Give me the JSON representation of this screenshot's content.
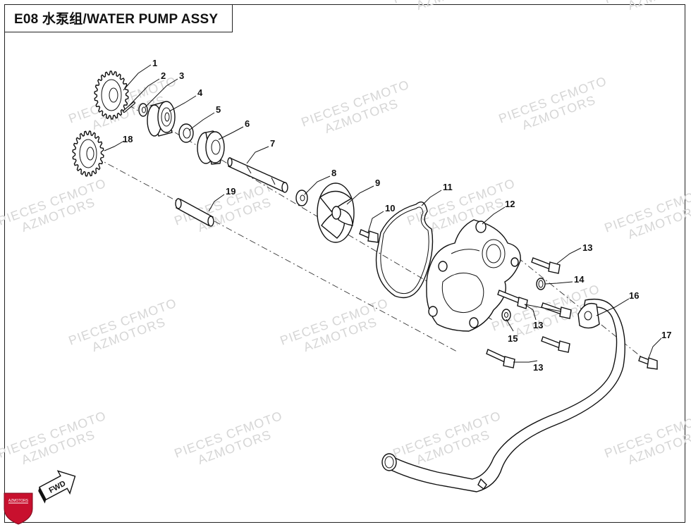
{
  "title": "E08 水泵组/WATER PUMP ASSY",
  "callouts": [
    {
      "num": "1",
      "part": "gear-large"
    },
    {
      "num": "2",
      "part": "pin"
    },
    {
      "num": "3",
      "part": "washer"
    },
    {
      "num": "4",
      "part": "bearing"
    },
    {
      "num": "5",
      "part": "seal-ring"
    },
    {
      "num": "6",
      "part": "oil-seal"
    },
    {
      "num": "7",
      "part": "pump-shaft"
    },
    {
      "num": "8",
      "part": "washer"
    },
    {
      "num": "9",
      "part": "impeller"
    },
    {
      "num": "10",
      "part": "bolt"
    },
    {
      "num": "11",
      "part": "gasket"
    },
    {
      "num": "12",
      "part": "pump-cover"
    },
    {
      "num": "13",
      "part": "bolt"
    },
    {
      "num": "14",
      "part": "o-ring"
    },
    {
      "num": "15",
      "part": "washer"
    },
    {
      "num": "16",
      "part": "water-pipe"
    },
    {
      "num": "17",
      "part": "bolt"
    },
    {
      "num": "18",
      "part": "gear-small"
    },
    {
      "num": "19",
      "part": "pin-shaft"
    }
  ],
  "watermark": {
    "line1": "PIECES CFMOTO",
    "line2": "AZMOTORS"
  },
  "fwd_label": "FWD",
  "logo_text": "AZMOTORS",
  "colors": {
    "line": "#111111",
    "watermark": "#d6d6d6",
    "logo_red": "#c8102e"
  },
  "icons": [
    "fwd-arrow-icon",
    "azmotors-shield-icon"
  ]
}
